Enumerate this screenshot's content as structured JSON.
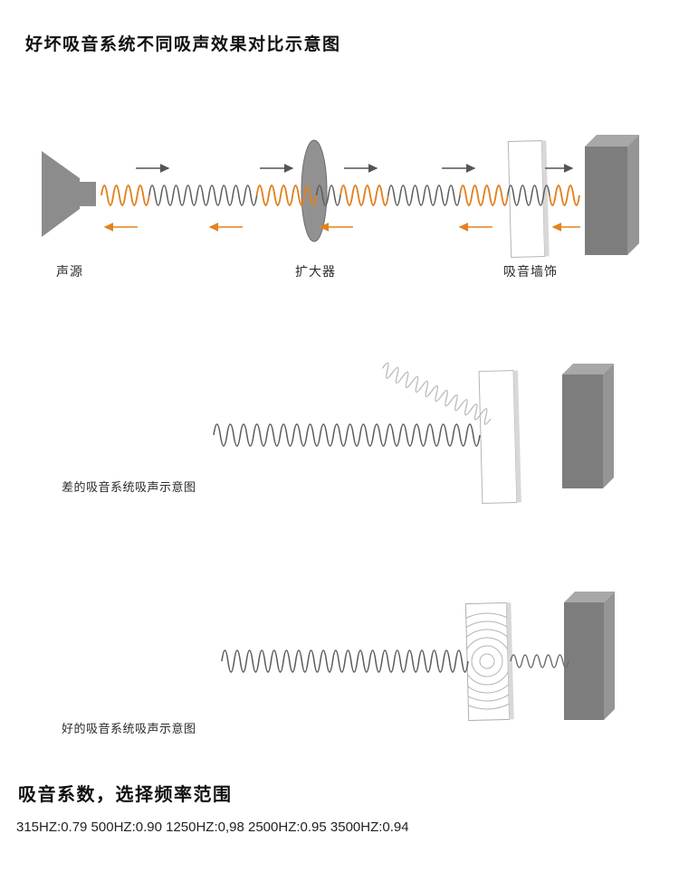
{
  "page": {
    "title": "好坏吸音系统不同吸声效果对比示意图"
  },
  "diagram1": {
    "source_label": "声源",
    "amplifier_label": "扩大器",
    "wall_label": "吸音墙饰"
  },
  "diagram2": {
    "caption": "差的吸音系统吸声示意图"
  },
  "diagram3": {
    "caption": "好的吸音系统吸声示意图"
  },
  "footer": {
    "heading": "吸音系数，选择频率范围",
    "coefficients_text": "315HZ:0.79 500HZ:0.90 1250HZ:0,98 2500HZ:0.95 3500HZ:0.94"
  },
  "colors": {
    "wave_gray": "#5a5a5a",
    "accent_orange": "#e5821e",
    "panel_gray": "#7d7d7d",
    "reflected_wave_gray": "#bdbdbd"
  }
}
